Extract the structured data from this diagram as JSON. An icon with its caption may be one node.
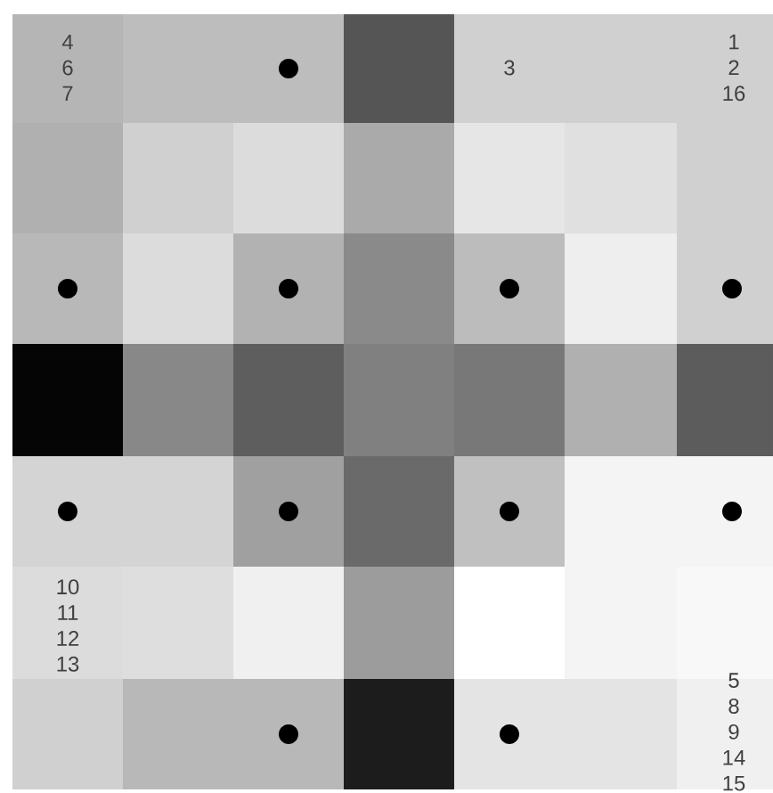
{
  "diagram": {
    "labels": [
      "4 6 7",
      "3",
      "1 2 16",
      "10 11 12 13",
      "5 8 9 14 15"
    ]
  }
}
